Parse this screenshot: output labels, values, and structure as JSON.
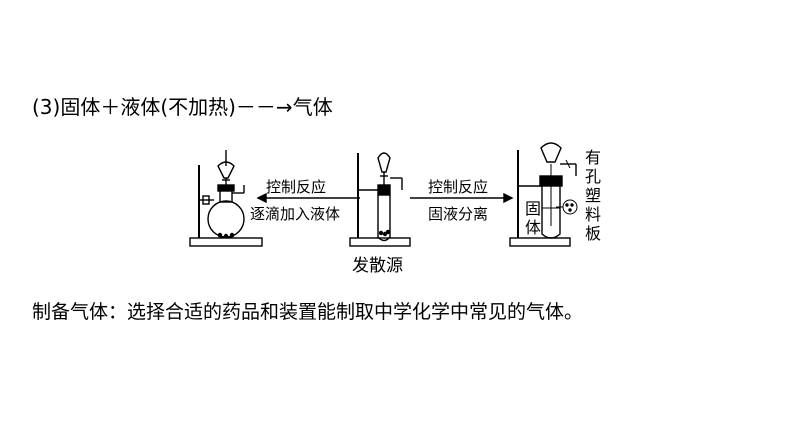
{
  "heading": "(3)固体＋液体(不加热)－－→气体",
  "left_arrow": {
    "top_label": "控制反应",
    "bottom_label": "逐滴加入液体"
  },
  "right_arrow": {
    "top_label": "控制反应",
    "bottom_label": "固液分离"
  },
  "center_caption": "发散源",
  "right_apparatus": {
    "solid_label": "固体",
    "plate_label": "有孔塑料板"
  },
  "description": "制备气体：选择合适的药品和装置能制取中学化学中常见的气体。"
}
